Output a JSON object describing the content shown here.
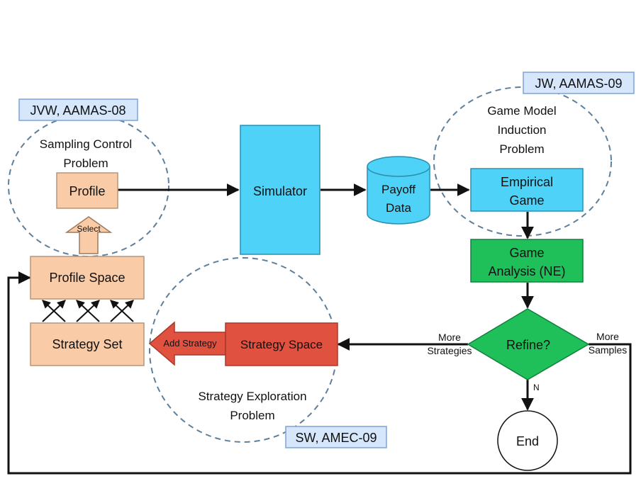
{
  "tags": {
    "jvw": "JVW, AAMAS-08",
    "jw": "JW, AAMAS-09",
    "sw": "SW, AMEC-09"
  },
  "problems": {
    "sampling": [
      "Sampling Control",
      "Problem"
    ],
    "induction": [
      "Game Model",
      "Induction",
      "Problem"
    ],
    "exploration": [
      "Strategy Exploration",
      "Problem"
    ]
  },
  "nodes": {
    "profile": "Profile",
    "simulator": "Simulator",
    "payoff_data": [
      "Payoff",
      "Data"
    ],
    "empirical_game": [
      "Empirical",
      "Game"
    ],
    "game_analysis": [
      "Game",
      "Analysis (NE)"
    ],
    "refine": "Refine?",
    "end": "End",
    "profile_space": "Profile Space",
    "strategy_set": "Strategy Set",
    "strategy_space": "Strategy Space"
  },
  "arrows": {
    "select": "Select",
    "add_strategy": "Add Strategy",
    "more_strategies": [
      "More",
      "Strategies"
    ],
    "more_samples": [
      "More",
      "Samples"
    ],
    "no": "N"
  },
  "colors": {
    "peach": "#f9cba6",
    "peach_stroke": "#b7957a",
    "cyan": "#4fd2f7",
    "cyan_stroke": "#2a8fb0",
    "green": "#1fbf5a",
    "green_stroke": "#14803c",
    "red": "#e0513f",
    "red_stroke": "#a8392b",
    "tag_fill": "#d6e6fb",
    "tag_stroke": "#7ea3d6",
    "dash": "#5d7f9c"
  }
}
